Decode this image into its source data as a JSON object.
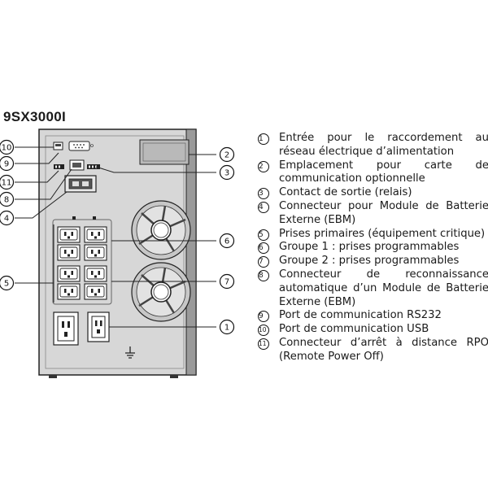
{
  "title": "9SX3000I",
  "callout_labels": [
    "1",
    "2",
    "3",
    "4",
    "5",
    "6",
    "7",
    "8",
    "9",
    "10",
    "11"
  ],
  "legend": [
    {
      "num": "1",
      "text": "Entrée pour le raccordement au réseau électrique d’alimentation"
    },
    {
      "num": "2",
      "text": "Emplacement pour carte de communication optionnelle"
    },
    {
      "num": "3",
      "text": "Contact de sortie (relais)"
    },
    {
      "num": "4",
      "text": "Connecteur pour Module de Batterie Externe (EBM)"
    },
    {
      "num": "5",
      "text": "Prises primaires (équipement critique)"
    },
    {
      "num": "6",
      "text": "Groupe 1 : prises programmables"
    },
    {
      "num": "7",
      "text": "Groupe 2 : prises programmables"
    },
    {
      "num": "8",
      "text": "Connecteur de reconnaissance automatique d’un Module de Batterie Externe (EBM)"
    },
    {
      "num": "9",
      "text": "Port de communication RS232"
    },
    {
      "num": "10",
      "text": "Port de communication USB"
    },
    {
      "num": "11",
      "text": "Connecteur d’arrêt à distance RPO (Remote Power Off)"
    }
  ]
}
